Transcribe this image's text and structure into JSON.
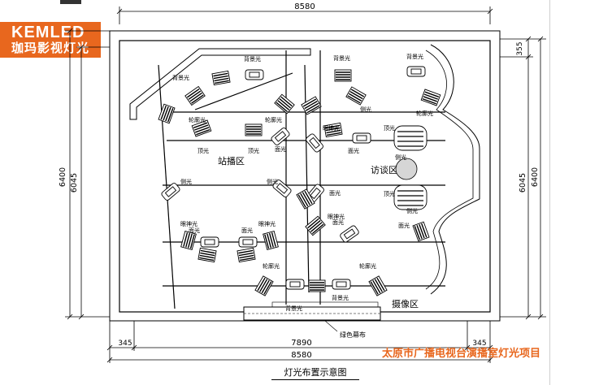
{
  "logo": {
    "brand": "KEMLED",
    "brand_cn": "珈玛影视灯光"
  },
  "project_title": "太原市广播电视台演播室灯光项目",
  "diagram_title": "灯光布置示意图",
  "dimensions": {
    "top_width": "8580",
    "bottom_inner": "7890",
    "bottom_total": "8580",
    "left_outer": "6400",
    "left_inner": "6045",
    "right_outer": "6400",
    "right_inner": "6045",
    "right_top": "355",
    "bottom_left_offset": "345",
    "bottom_right_offset": "345"
  },
  "areas": {
    "standing": "站播区",
    "interview": "访谈区",
    "camera": "摄像区",
    "green_curtain": "绿色幕布"
  },
  "light_labels": {
    "back_1": "背景光",
    "back_2": "背景光",
    "back_3": "背景光",
    "back_4": "背景光",
    "back_5": "背景光",
    "back_6": "背景光",
    "contour_1": "轮廓光",
    "contour_2": "轮廓光",
    "contour_3": "轮廓光",
    "contour_4": "轮廓光",
    "contour_5": "轮廓光",
    "top_1": "顶光",
    "top_2": "顶光",
    "top_3": "顶光",
    "top_4": "顶光",
    "face_1": "面光",
    "face_2": "面光",
    "face_3": "面光",
    "face_4": "面光",
    "face_5": "面光",
    "face_6": "面光",
    "face_7": "面光",
    "side_1": "侧光",
    "side_2": "侧光",
    "side_3": "侧光",
    "side_4": "侧光",
    "side_5": "侧光",
    "eye_1": "眼神光",
    "eye_2": "眼神光",
    "eye_3": "眼神光",
    "eye_4": "眼神光"
  }
}
